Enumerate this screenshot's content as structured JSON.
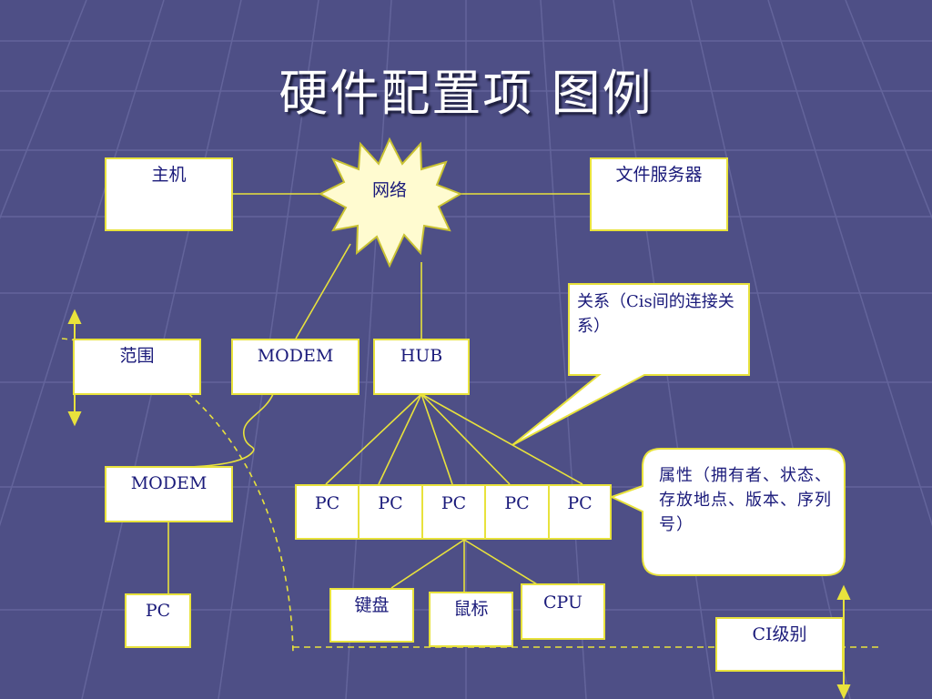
{
  "title": "硬件配置项 图例",
  "nodes": {
    "host": "主机",
    "network": "网络",
    "file_server": "文件服务器",
    "scope": "范围",
    "modem_top": "MODEM",
    "hub": "HUB",
    "modem_left": "MODEM",
    "pc_left": "PC",
    "pc_row": [
      "PC",
      "PC",
      "PC",
      "PC",
      "PC"
    ],
    "keyboard": "键盘",
    "mouse": "鼠标",
    "cpu": "CPU",
    "ci_level": "CI级别"
  },
  "callouts": {
    "relation": "关系（Cis间的连接关系）",
    "attributes": "属性（拥有者、状态、存放地点、版本、序列号）"
  },
  "colors": {
    "background": "#4e4f86",
    "line": "#e8e23c",
    "box_fill": "#ffffff",
    "text": "#1a1a7a",
    "starburst_fill": "#fffbd0"
  }
}
